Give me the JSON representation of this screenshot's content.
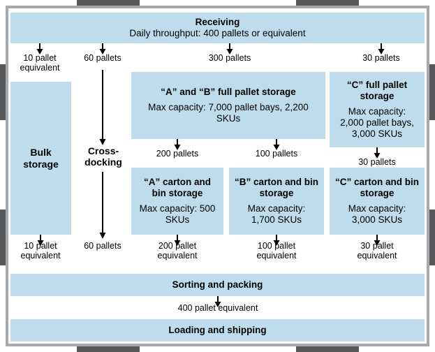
{
  "diagram": {
    "title": "Warehouse material flow diagram",
    "colors": {
      "box_fill": "#bfdcec",
      "frame_border": "#a7a9ac",
      "dock_bar": "#58595b",
      "text": "#000000"
    },
    "boxes": {
      "receiving": {
        "title": "Receiving",
        "sub": "Daily throughput: 400 pallets or equivalent"
      },
      "bulk_storage": {
        "title": "Bulk storage"
      },
      "cross_docking": {
        "title": "Cross-docking"
      },
      "ab_full_pallet": {
        "title": "“A” and “B” full pallet storage",
        "sub": "Max capacity: 7,000 pallet bays, 2,200 SKUs"
      },
      "c_full_pallet": {
        "title": "“C” full pallet storage",
        "sub": "Max capacity: 2,000 pallet bays, 3,000 SKUs"
      },
      "a_carton": {
        "title": "“A” carton and bin storage",
        "sub": "Max capacity: 500 SKUs"
      },
      "b_carton": {
        "title": "“B” carton and bin storage",
        "sub": "Max capacity: 1,700 SKUs"
      },
      "c_carton": {
        "title": "“C” carton and bin storage",
        "sub": "Max capacity: 3,000 SKUs"
      },
      "sorting_packing": {
        "title": "Sorting and packing"
      },
      "loading_shipping": {
        "title": "Loading and shipping"
      }
    },
    "flow_labels": {
      "r_to_bulk": "10 pallet equivalent",
      "r_to_cross": "60 pallets",
      "r_to_ab": "300 pallets",
      "r_to_c": "30 pallets",
      "ab_to_a": "200 pallets",
      "ab_to_b": "100 pallets",
      "c_to_ccarton": "30 pallets",
      "bulk_out": "10 pallet equivalent",
      "cross_out": "60 pallets",
      "a_out": "200 pallet equivalent",
      "b_out": "100 pallet equivalent",
      "c_out": "30 pallet equivalent",
      "sorting_out": "400 pallet equivalent"
    }
  }
}
